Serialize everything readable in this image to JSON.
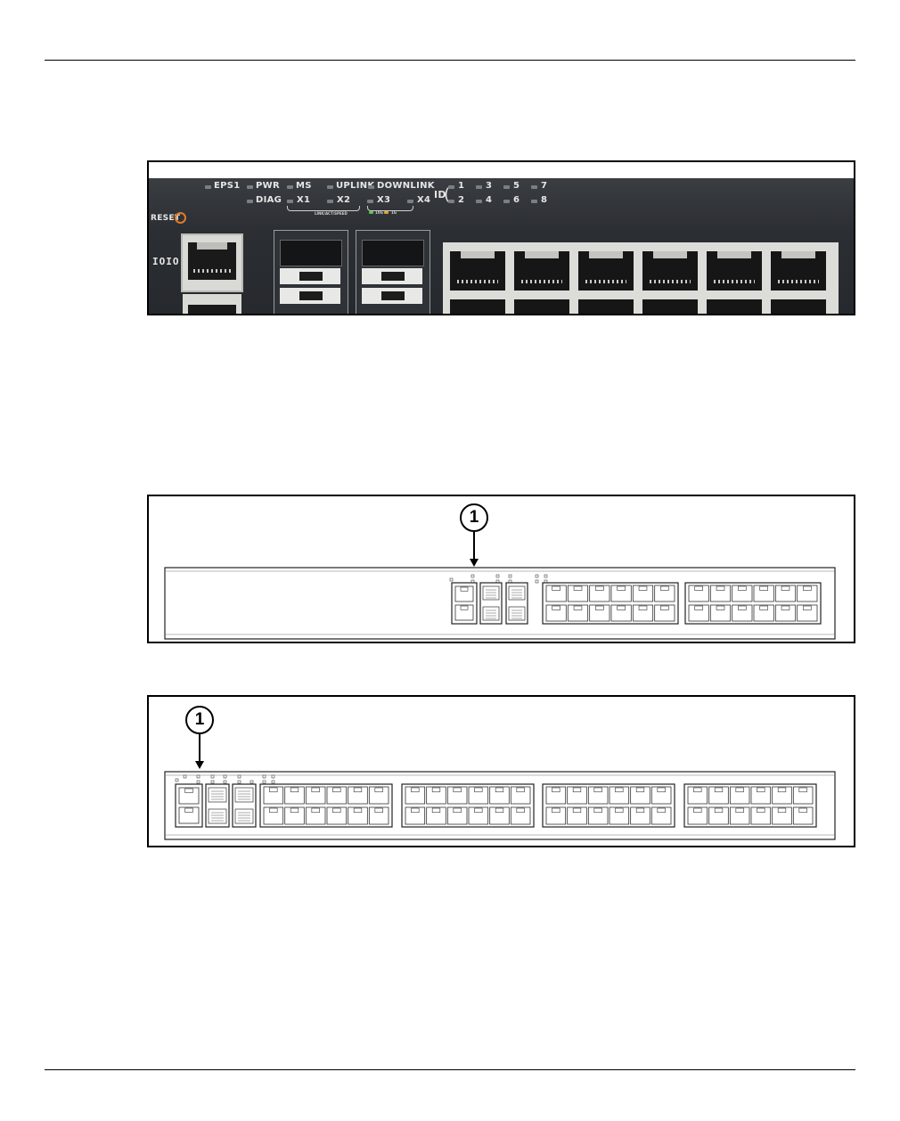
{
  "photo": {
    "reset_label": "RESET",
    "status_leds": {
      "eps1": "EPS1",
      "pwr": "PWR",
      "ms": "MS",
      "uplink": "UPLINK",
      "downlink": "DOWNLINK",
      "diag": "DIAG",
      "x1": "X1",
      "x2": "X2",
      "x3": "X3",
      "x4": "X4",
      "link_act_speed": "LINK/ACT/SPEED",
      "speed_10g": "10G",
      "speed_1g": "1G"
    },
    "id_label": "ID",
    "id_numbers": [
      "1",
      "3",
      "5",
      "7",
      "2",
      "4",
      "6",
      "8"
    ],
    "console_label": "IOIO"
  },
  "diagram_1": {
    "callout": "1",
    "rj45_groups": 2,
    "ports_per_group": 12
  },
  "diagram_2": {
    "callout": "1",
    "rj45_groups": 4,
    "ports_per_group": 12
  }
}
